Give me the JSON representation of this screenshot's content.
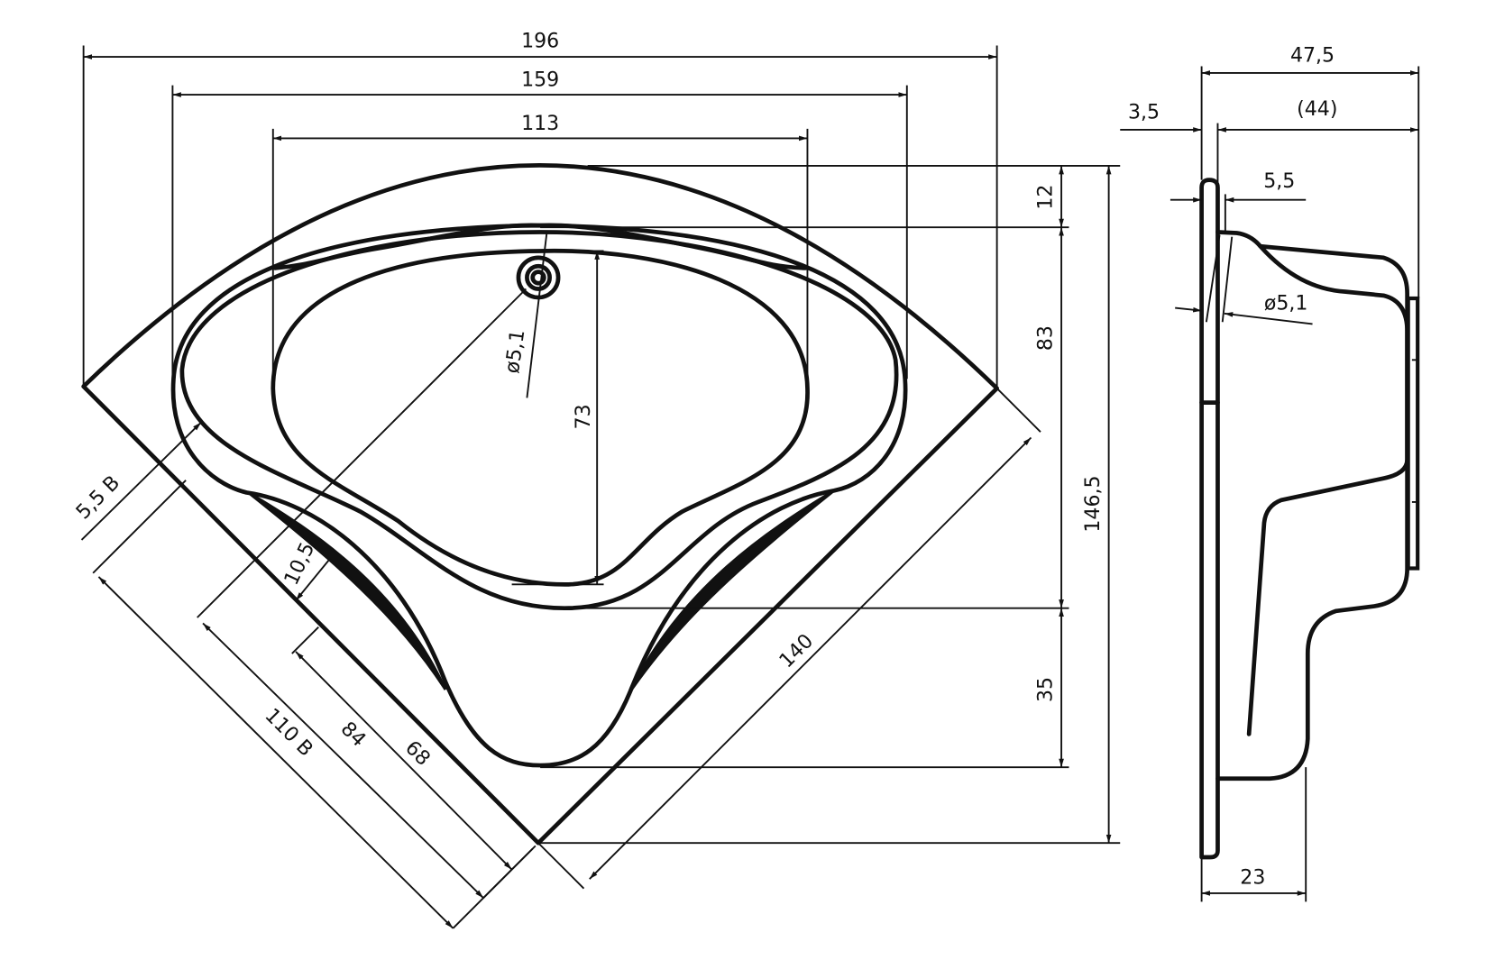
{
  "drawing": {
    "plan_view": {
      "overall_width": "196",
      "rim_width": "159",
      "basin_width": "113",
      "rim_offset_top": "12",
      "rim_to_lobes": "83",
      "lobes_to_seat": "35",
      "overall_depth": "146,5",
      "basin_length": "73",
      "drain_diameter": "ø5,1",
      "side_length": "140",
      "edge_offset": "5,5 B",
      "side_length_b": "110 B",
      "drain_offset": "84",
      "seat_offset": "68",
      "lobe_width": "10,5"
    },
    "side_view": {
      "total_height": "47,5",
      "inner_height": "(44)",
      "rim_thickness": "3,5",
      "flange": "5,5",
      "drain_diameter": "ø5,1",
      "base_width": "23"
    }
  }
}
